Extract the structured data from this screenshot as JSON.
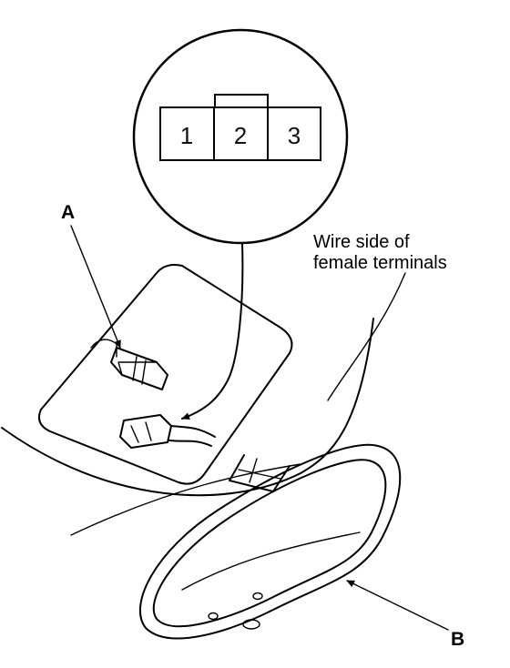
{
  "diagram": {
    "callouts": {
      "a": "A",
      "b": "B"
    },
    "note": {
      "line1": "Wire side of",
      "line2": "female terminals"
    },
    "connector": {
      "pins": [
        "1",
        "2",
        "3"
      ]
    }
  }
}
